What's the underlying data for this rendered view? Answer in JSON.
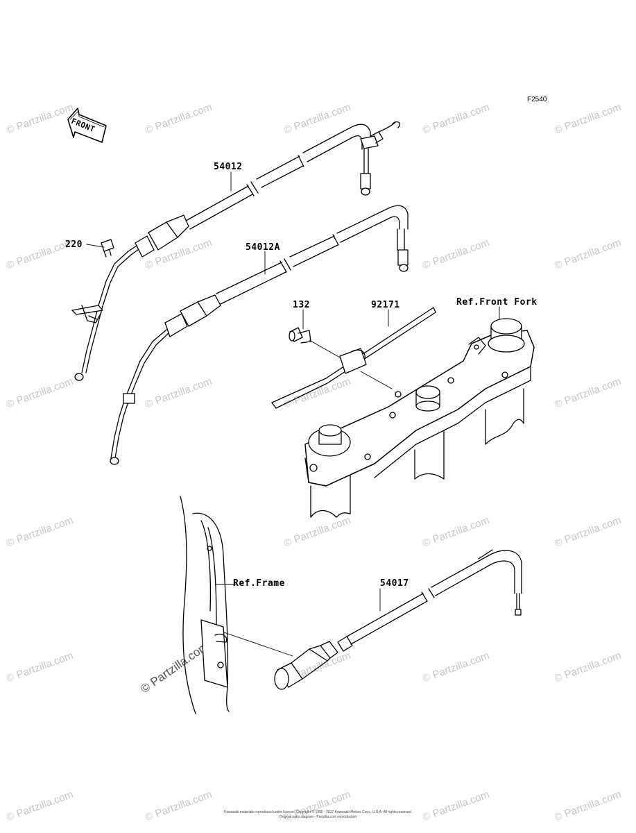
{
  "diagram": {
    "code": "F2540",
    "front_marker": "FRONT",
    "parts": [
      {
        "id": "p220",
        "number": "220"
      },
      {
        "id": "p54012",
        "number": "54012"
      },
      {
        "id": "p54012A",
        "number": "54012A"
      },
      {
        "id": "p132",
        "number": "132"
      },
      {
        "id": "p92171",
        "number": "92171"
      },
      {
        "id": "p54017",
        "number": "54017"
      }
    ],
    "references": {
      "front_fork": "Ref.Front Fork",
      "frame": "Ref.Frame"
    }
  },
  "watermark": {
    "text": "© Partzilla.com",
    "diagonal": "© Partzilla.com"
  },
  "footer": {
    "line1": "Kawasaki materials reproduced under license. Copyright © 1995 - 2017 Kawasaki Motors Corp., U.S.A. All rights reserved.",
    "line2": "Original parts diagram - Partzilla.com reproduction"
  }
}
